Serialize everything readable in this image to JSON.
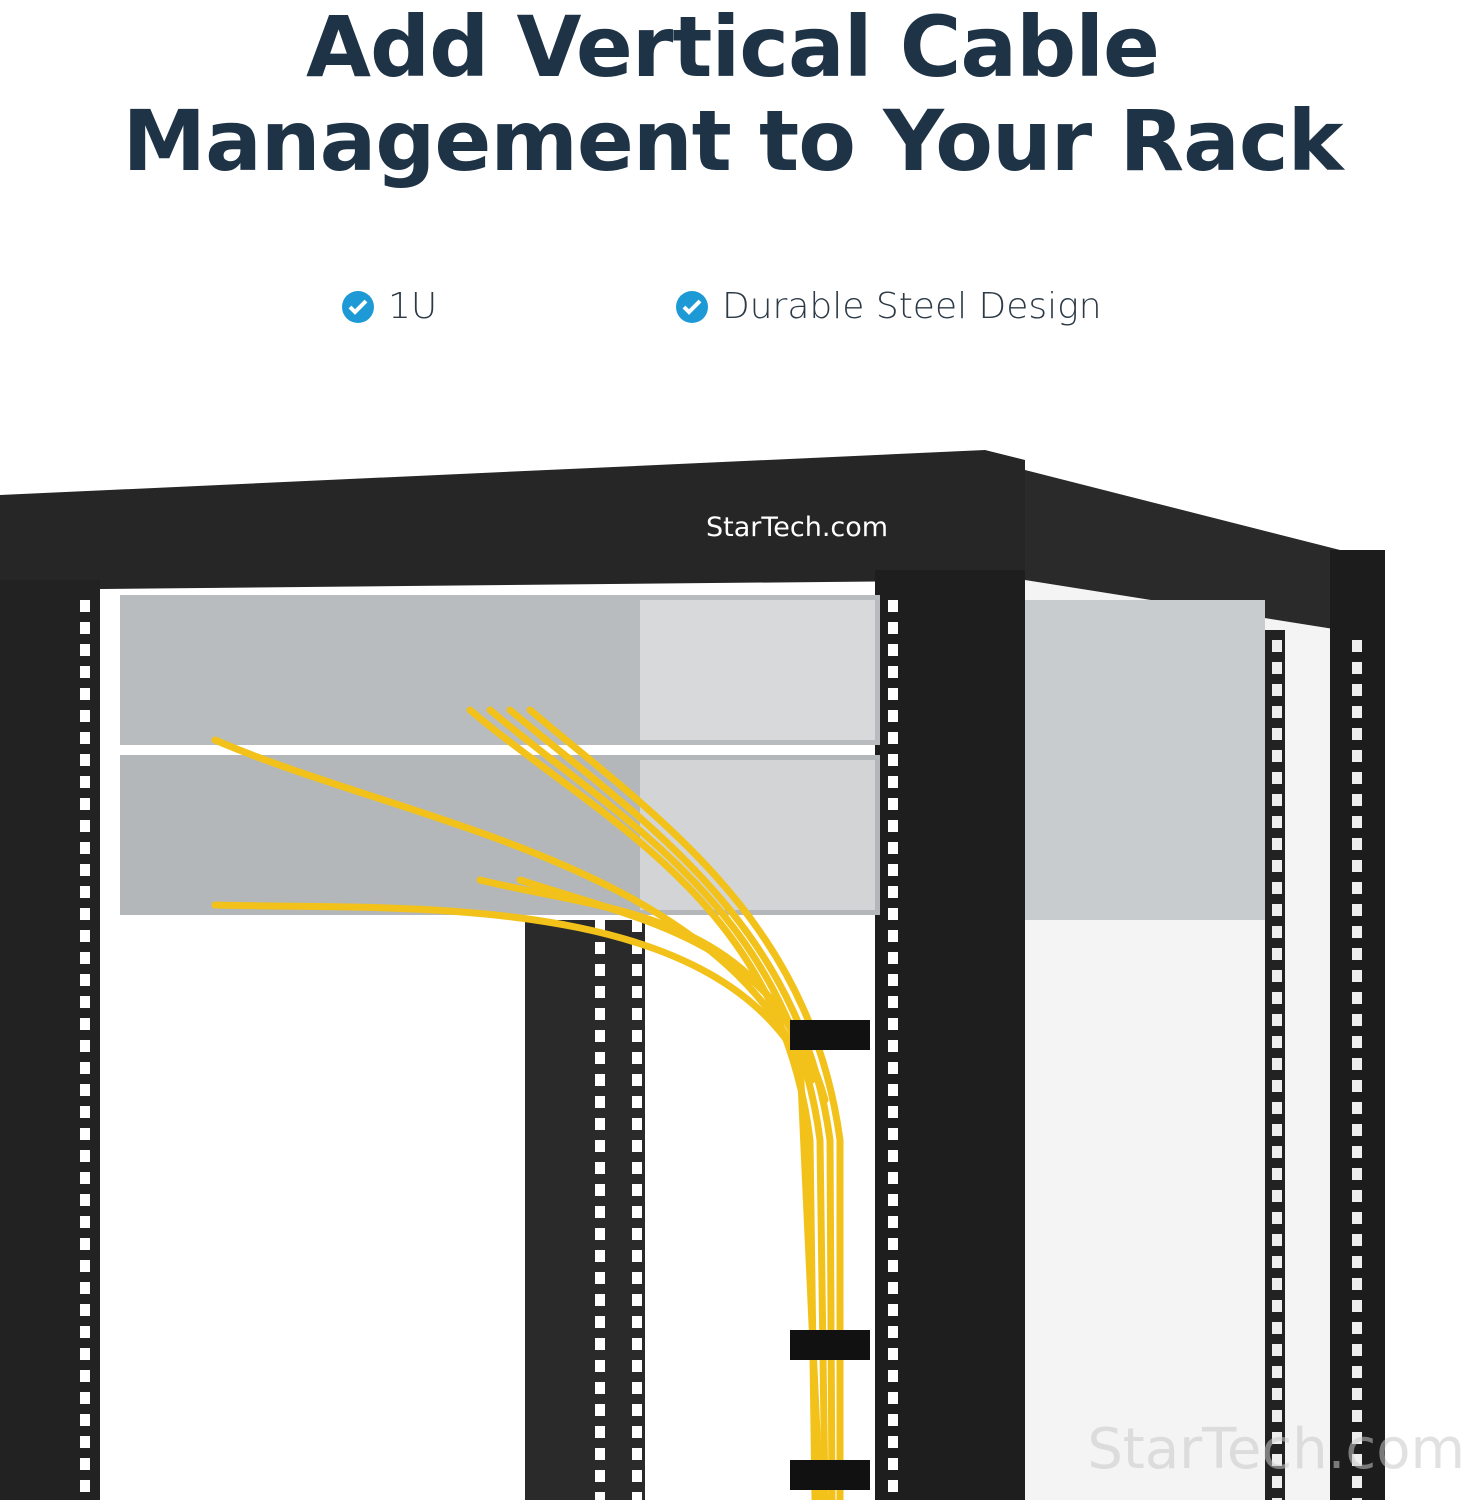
{
  "headline": {
    "line1": "Add Vertical Cable",
    "line2": "Management to Your Rack"
  },
  "features": [
    {
      "icon": "check-circle-icon",
      "label": "1U"
    },
    {
      "icon": "check-circle-icon",
      "label": "Durable Steel Design"
    }
  ],
  "brand": {
    "rack_logo": "StarTech.com",
    "watermark": "StarTech.com"
  },
  "colors": {
    "headline": "#1f3347",
    "accent": "#1d9ad6",
    "cable": "#f2c21b",
    "rack": "#1e1e1e"
  }
}
